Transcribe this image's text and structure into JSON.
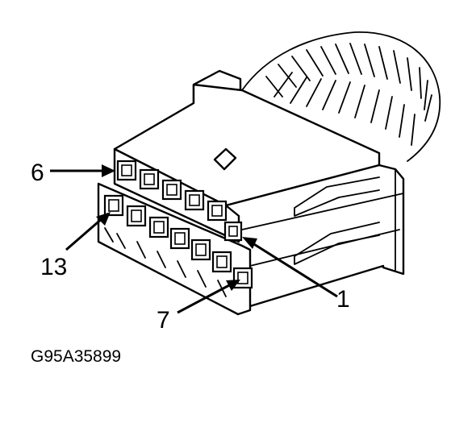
{
  "labels": {
    "pin6": "6",
    "pin13": "13",
    "pin1": "1",
    "pin7": "7"
  },
  "figure_code": "G95A35899"
}
